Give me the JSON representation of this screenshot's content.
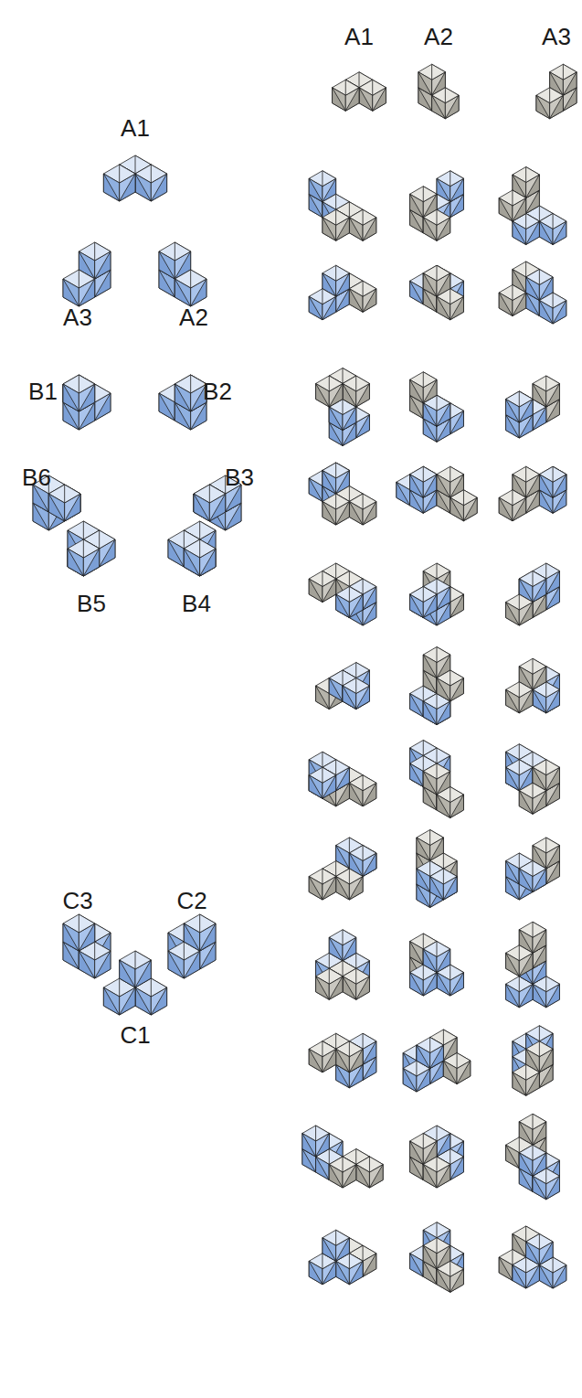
{
  "diagram": {
    "labels": [
      "A1",
      "A2",
      "A3",
      "A1",
      "A3",
      "A2",
      "B1",
      "B2",
      "B6",
      "B3",
      "B5",
      "B4",
      "C3",
      "C2",
      "C1"
    ]
  }
}
